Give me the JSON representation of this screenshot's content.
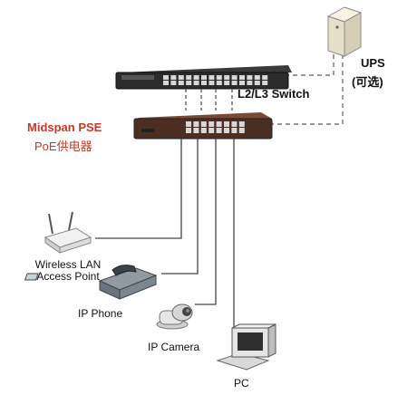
{
  "labels": {
    "ups": "UPS",
    "ups_optional": "(可选)",
    "switch": "L2/L3 Switch",
    "midspan_line1": "Midspan PSE",
    "midspan_line2": "PoE供电器",
    "wlan_line1": "Wireless LAN",
    "wlan_line2": "Access Point",
    "ip_phone": "IP Phone",
    "ip_camera": "IP Camera",
    "pc": "PC"
  },
  "colors": {
    "device_dark": "#2b2b2b",
    "pse_body": "#5a3a2a",
    "pse_top": "#7a4a34",
    "port": "#d8d8d8",
    "line": "#444444",
    "dash": "#777777",
    "ups_body": "#efe9d8",
    "accent_red": "#c0392b"
  },
  "icons": {
    "switch": "network-switch-icon",
    "pse": "midspan-pse-icon",
    "ups": "ups-box-icon",
    "ap": "wireless-access-point-icon",
    "phone": "ip-phone-icon",
    "camera": "ip-camera-icon",
    "pc": "pc-icon"
  }
}
